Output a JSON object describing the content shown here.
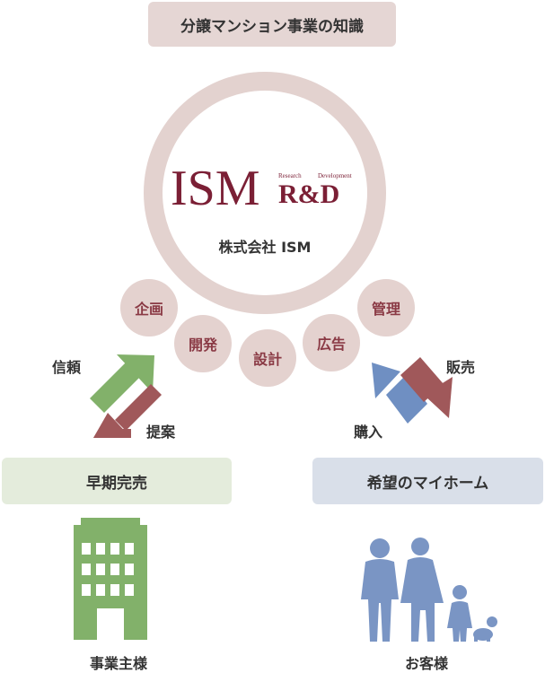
{
  "header": {
    "title": "分譲マンション事業の知識"
  },
  "company": {
    "logo_main": "ISM",
    "logo_sub": "R&D",
    "logo_research": "Research",
    "logo_development": "Development",
    "name": "株式会社 ISM"
  },
  "functions": [
    "企画",
    "開発",
    "設計",
    "広告",
    "管理"
  ],
  "left": {
    "arrow_up_label": "信頼",
    "arrow_down_label": "提案",
    "pill": "早期完売",
    "entity": "事業主様"
  },
  "right": {
    "arrow_up_label": "購入",
    "arrow_down_label": "販売",
    "pill": "希望のマイホーム",
    "entity": "お客様"
  },
  "colors": {
    "maroon": "#7b1f35",
    "pill_top": "#e5d6d4",
    "pill_left": "#e4ecdc",
    "pill_right": "#d9dfe9",
    "green": "#82b16a",
    "blue": "#6f8fc2",
    "red_brown": "#a0585a",
    "person": "#7a95c4"
  },
  "icons": [
    "building-icon",
    "family-icon",
    "dog-icon"
  ]
}
